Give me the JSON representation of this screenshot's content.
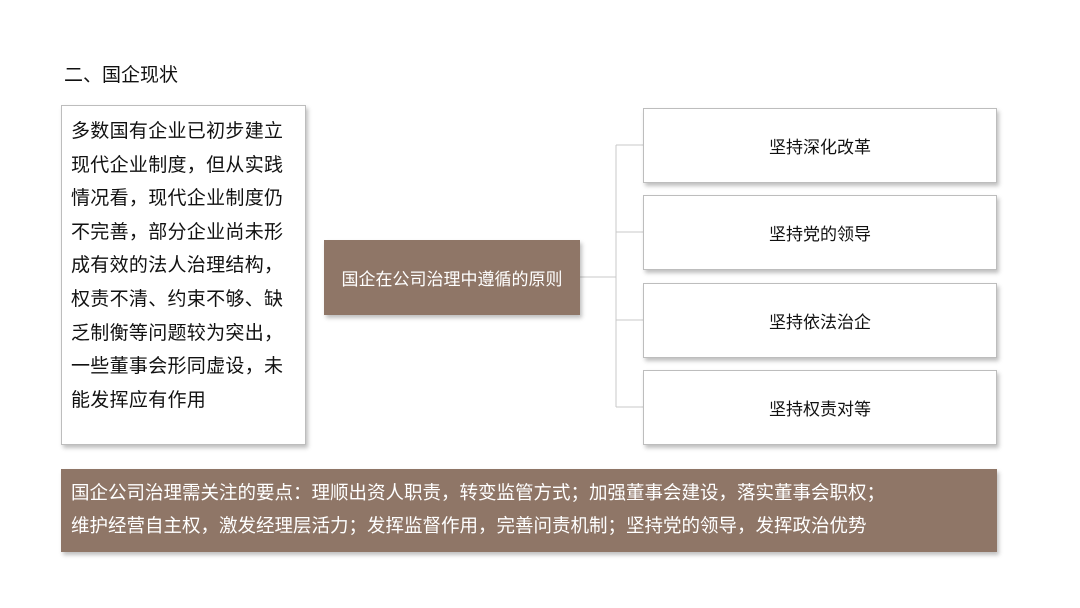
{
  "section_title": "二、国企现状",
  "left_box": {
    "lines": [
      "多数国有企业已初步建立",
      "现代企业制度，但从实践",
      "情况看，现代企业制度仍",
      "不完善，部分企业尚未形",
      "成有效的法人治理结构，",
      "权责不清、约束不够、缺",
      "乏制衡等问题较为突出，",
      "一些董事会形同虚设，未",
      "能发挥应有作用"
    ]
  },
  "center_box": {
    "label": "国企在公司治理中遵循的原则"
  },
  "principles": [
    {
      "label": "坚持深化改革"
    },
    {
      "label": "坚持党的领导"
    },
    {
      "label": "坚持依法治企"
    },
    {
      "label": "坚持权责对等"
    }
  ],
  "bottom_box": {
    "lines": [
      "国企公司治理需关注的要点：理顺出资人职责，转变监管方式；加强董事会建设，落实董事会职权；",
      "维护经营自主权，激发经理层活力；发挥监督作用，完善问责机制；坚持党的领导，发挥政治优势"
    ]
  },
  "colors": {
    "accent_brown": "#8f7667",
    "border_gray": "#bdbdbd",
    "connector_gray": "#c8c8c8"
  }
}
